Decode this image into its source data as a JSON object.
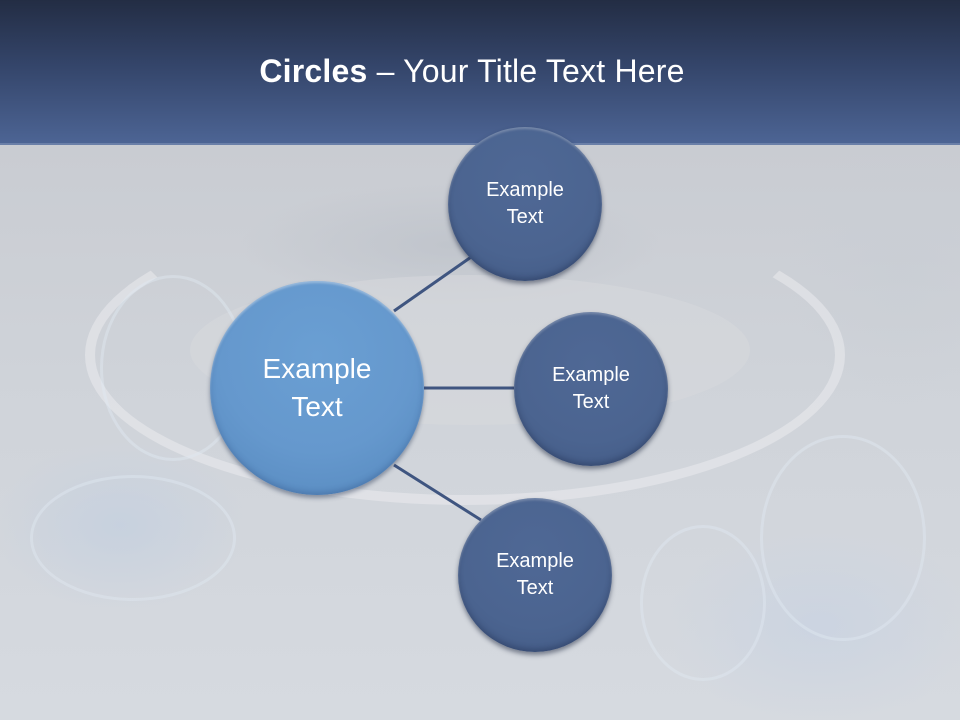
{
  "slide": {
    "title": {
      "bold": "Circles",
      "rest": " – Your Title Text Here"
    },
    "colors": {
      "header_top": "#232d44",
      "header_bottom": "#4d6595",
      "main_circle": "#6598cd",
      "satellite_circle": "#4b6490",
      "connector": "#3f5580",
      "background": "#d2d6dc"
    },
    "diagram": {
      "center": {
        "label": "Example\nText"
      },
      "satellites": [
        {
          "label": "Example\nText",
          "position": "top"
        },
        {
          "label": "Example\nText",
          "position": "right"
        },
        {
          "label": "Example\nText",
          "position": "bottom"
        }
      ]
    }
  }
}
